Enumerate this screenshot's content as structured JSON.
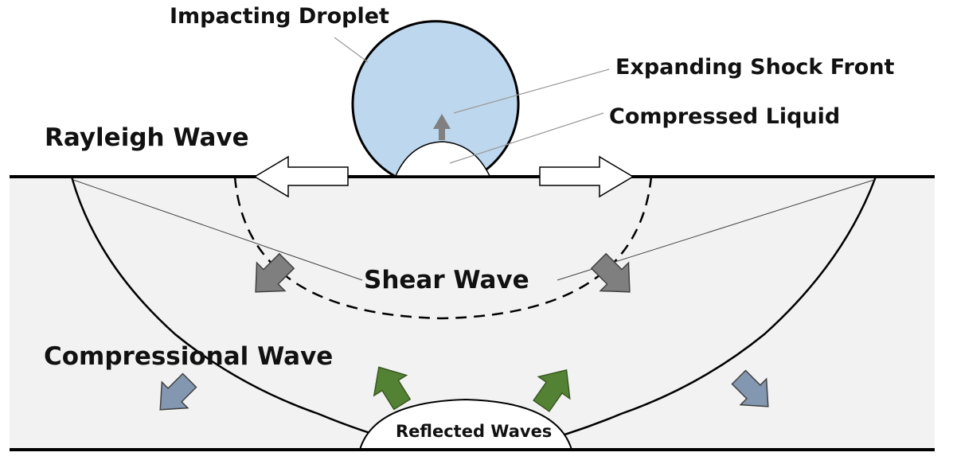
{
  "labels": {
    "impacting_droplet": "Impacting Droplet",
    "expanding_shock_front": "Expanding Shock Front",
    "compressed_liquid": "Compressed Liquid",
    "rayleigh_wave": "Rayleigh Wave",
    "shear_wave": "Shear Wave",
    "compressional_wave": "Compressional Wave",
    "reflected_waves": "Reflected Waves"
  },
  "colors": {
    "droplet_fill": "#bdd7ee",
    "solid_fill": "#f2f2f2",
    "outline": "#000000",
    "leader_line": "#999999",
    "rayleigh_arrow_fill": "#ffffff",
    "shear_arrow_fill": "#7f7f7f",
    "compressional_arrow_fill": "#8497b0",
    "reflected_arrow_fill": "#548235",
    "shock_arrow_fill": "#808080"
  }
}
